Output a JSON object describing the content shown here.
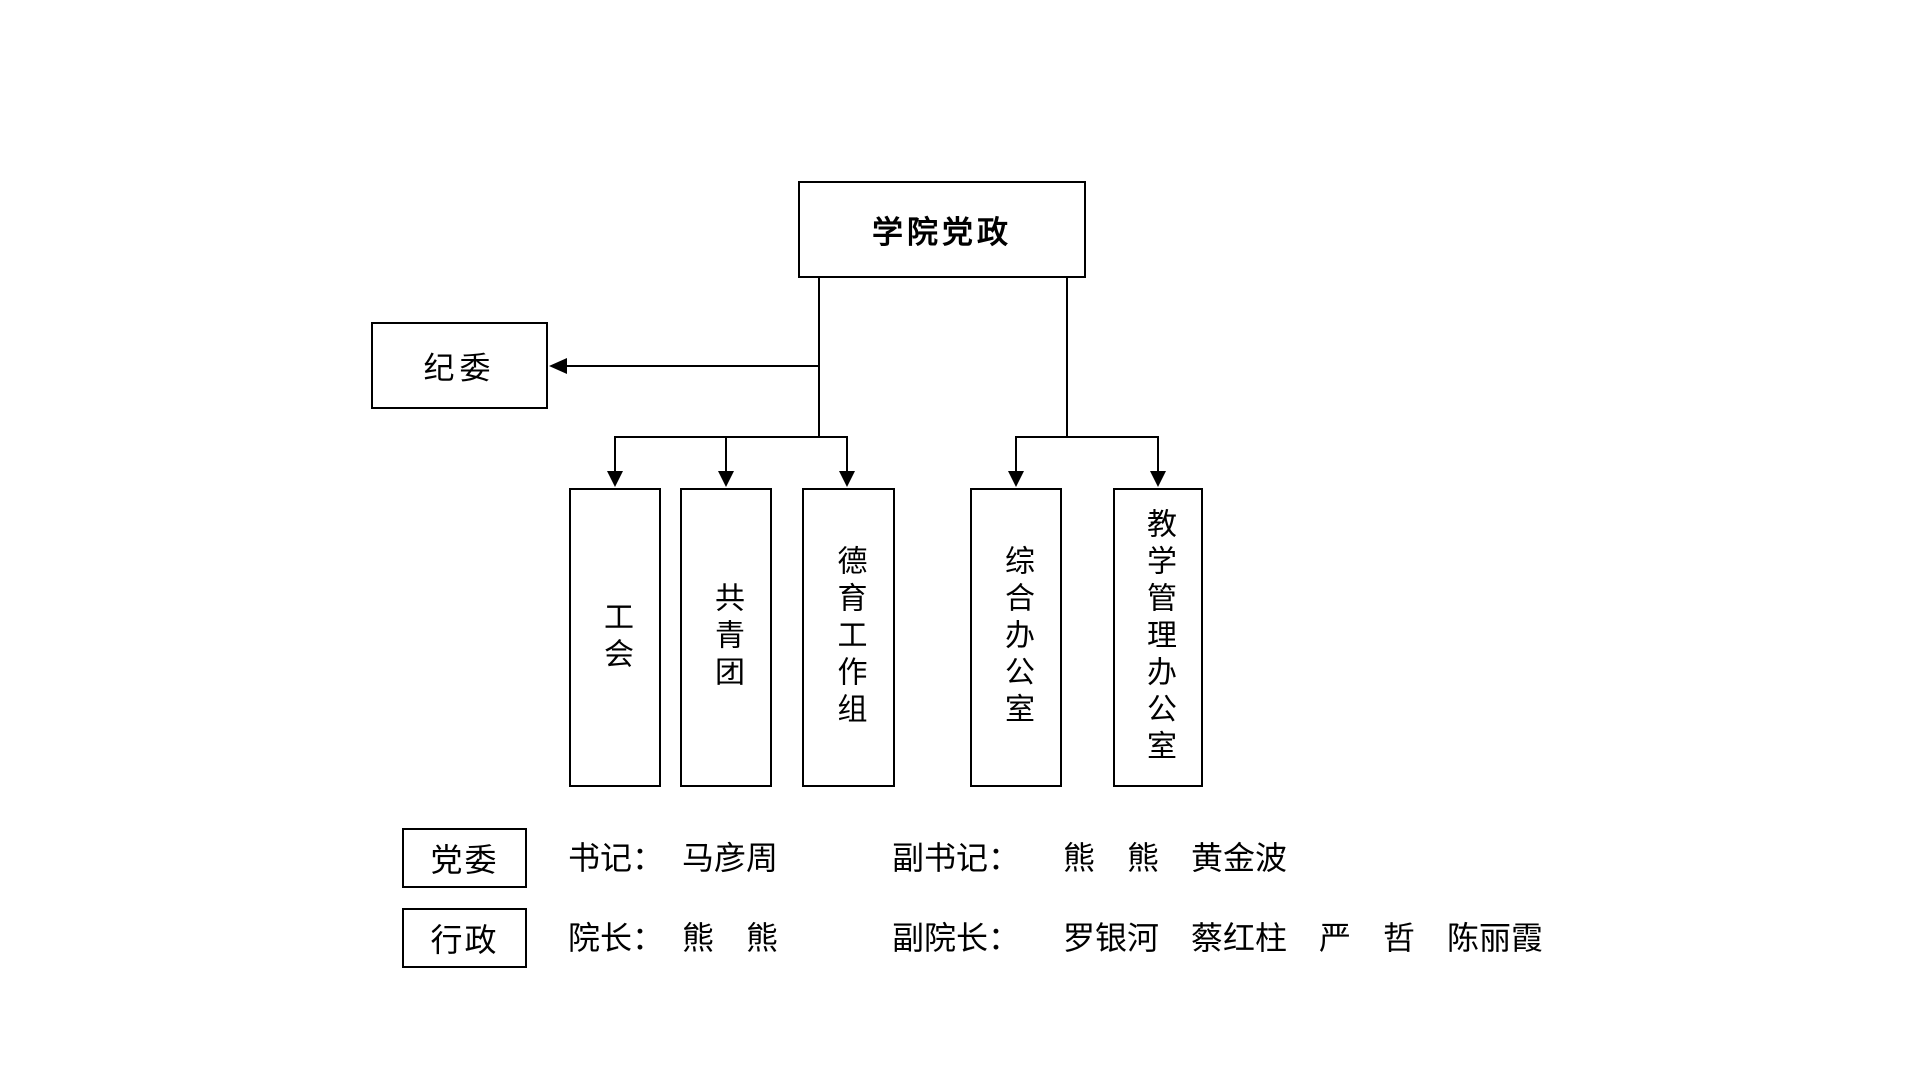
{
  "canvas": {
    "background": "#ffffff",
    "line_color": "#000000"
  },
  "org_chart": {
    "root": {
      "label": "学院党政"
    },
    "side_node": {
      "label": "纪委"
    },
    "departments": [
      {
        "label": "工会"
      },
      {
        "label": "共青团"
      },
      {
        "label": "德育工作组"
      },
      {
        "label": "综合办公室"
      },
      {
        "label": "教学管理办公室"
      }
    ]
  },
  "legend": {
    "rows": [
      {
        "category": "党委",
        "role1": "书记：",
        "names1": "马彦周",
        "role2": "副书记：",
        "names2": "熊　熊　黄金波"
      },
      {
        "category": "行政",
        "role1": "院长：",
        "names1": "熊　熊",
        "role2": "副院长：",
        "names2": "罗银河　蔡红柱　严　哲　陈丽霞"
      }
    ]
  }
}
